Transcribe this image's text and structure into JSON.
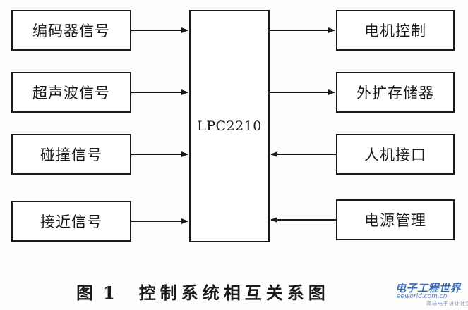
{
  "diagram": {
    "inputs": [
      "编码器信号",
      "超声波信号",
      "碰撞信号",
      "接近信号"
    ],
    "center": "LPC2210",
    "outputs": [
      "电机控制",
      "外扩存储器"
    ],
    "bidirectional_in": [
      "人机接口",
      "电源管理"
    ]
  },
  "caption": {
    "label": "图",
    "number": "1",
    "title": "控制系统相互关系图"
  },
  "watermark": {
    "main": "电子工程世界",
    "sub": "eeworld.com.cn",
    "small": "高端电子设计社区"
  }
}
